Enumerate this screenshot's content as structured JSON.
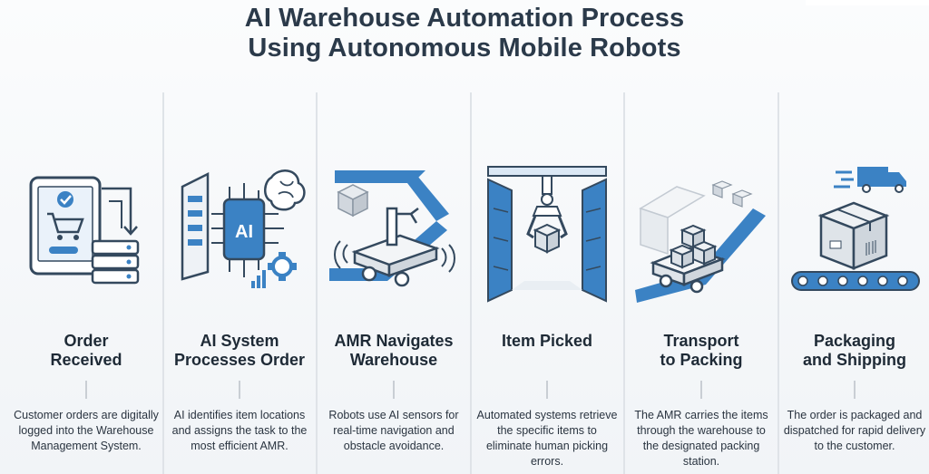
{
  "title": {
    "line1": "AI Warehouse Automation Process",
    "line2": "Using Autonomous Mobile Robots"
  },
  "steps": [
    {
      "title_l1": "Order",
      "title_l2": "Received",
      "desc": "Customer orders are digitally logged into the Warehouse Management System.",
      "icon": "tablet-cart-server-icon"
    },
    {
      "title_l1": "AI System",
      "title_l2": "Processes Order",
      "desc": "AI identifies item locations and assigns the task to the most efficient AMR.",
      "icon": "ai-chip-brain-icon",
      "chip_label": "AI"
    },
    {
      "title_l1": "AMR Navigates",
      "title_l2": "Warehouse",
      "desc": "Robots use AI sensors for real-time navigation and obstacle avoidance.",
      "icon": "amr-robot-path-icon"
    },
    {
      "title_l1": "Item Picked",
      "title_l2": "",
      "desc": "Automated systems retrieve the specific items to eliminate human picking errors.",
      "icon": "robotic-gripper-icon"
    },
    {
      "title_l1": "Transport",
      "title_l2": "to Packing",
      "desc": "The AMR carries the items through the warehouse to the designated packing station.",
      "icon": "amr-carrying-boxes-icon"
    },
    {
      "title_l1": "Packaging",
      "title_l2": "and Shipping",
      "desc": "The order is packaged and dispatched for rapid delivery to the customer.",
      "icon": "package-conveyor-truck-icon"
    }
  ],
  "colors": {
    "accent": "#3b82c4",
    "line": "#34495e",
    "light": "#dbe8f5"
  }
}
